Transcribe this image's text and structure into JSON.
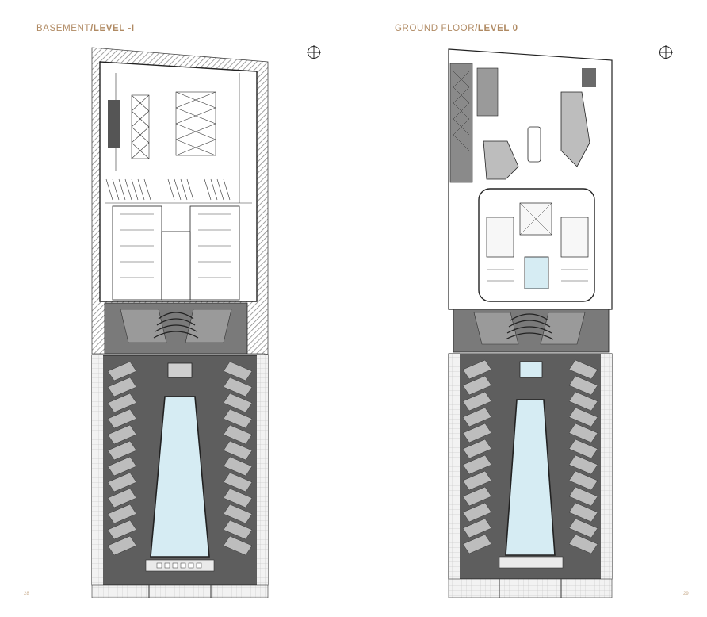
{
  "pages": [
    {
      "title_main": "BASEMENT",
      "title_level": "/LEVEL -I",
      "page_number": "28",
      "plan_alt": "basement-floor-plan",
      "north_arrow": "north-compass-icon"
    },
    {
      "title_main": "GROUND FLOOR",
      "title_level": "/LEVEL 0",
      "page_number": "29",
      "plan_alt": "ground-floor-plan",
      "north_arrow": "north-compass-icon"
    }
  ],
  "colors": {
    "title": "#b08a63",
    "pool_water": "#d6ecf3",
    "deck_grey": "#6d6d6d",
    "line": "#222222"
  }
}
